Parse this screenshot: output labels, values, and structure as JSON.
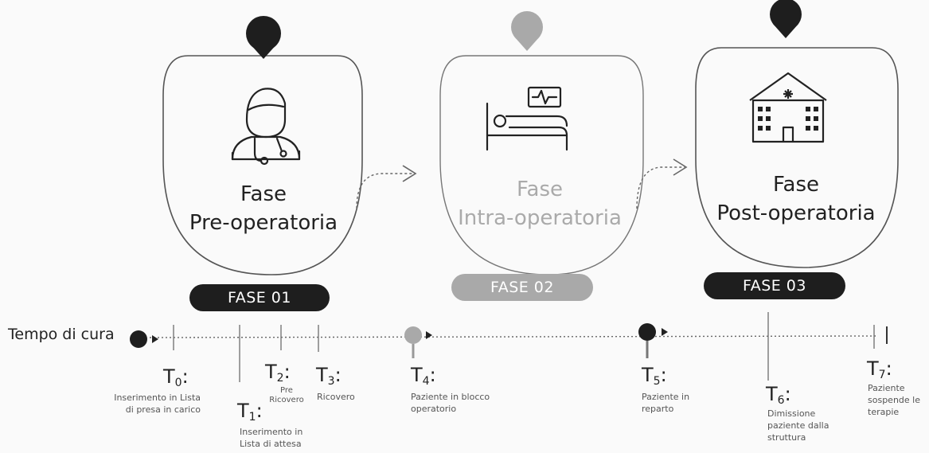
{
  "colors": {
    "dark": "#1e1e1e",
    "muted": "#a9a9a9",
    "line": "#555555",
    "bg": "#fafafa"
  },
  "phases": [
    {
      "icon": "doctor-icon",
      "title_line1": "Fase",
      "title_line2": "Pre-operatoria",
      "badge": "FASE 01",
      "state": "dark"
    },
    {
      "icon": "hospital-bed-icon",
      "title_line1": "Fase",
      "title_line2": "Intra-operatoria",
      "badge": "FASE 02",
      "state": "muted"
    },
    {
      "icon": "hospital-building-icon",
      "title_line1": "Fase",
      "title_line2": "Post-operatoria",
      "badge": "FASE 03",
      "state": "dark"
    }
  ],
  "timeline": {
    "label": "Tempo di cura",
    "milestones": [
      {
        "letter": "T",
        "index": "0",
        "suffix": ":",
        "desc": [
          "Inserimento in Lista",
          "di presa in carico"
        ]
      },
      {
        "letter": "T",
        "index": "1",
        "suffix": ":",
        "desc": [
          "Inserimento in",
          "Lista di attesa"
        ]
      },
      {
        "letter": "T",
        "index": "2",
        "suffix": ":",
        "desc": [
          "Pre",
          "Ricovero"
        ]
      },
      {
        "letter": "T",
        "index": "3",
        "suffix": ":",
        "desc": [
          "Ricovero"
        ]
      },
      {
        "letter": "T",
        "index": "4",
        "suffix": ":",
        "desc": [
          "Paziente in blocco",
          "operatorio"
        ]
      },
      {
        "letter": "T",
        "index": "5",
        "suffix": ":",
        "desc": [
          "Paziente in",
          "reparto"
        ]
      },
      {
        "letter": "T",
        "index": "6",
        "suffix": ":",
        "desc": [
          "Dimissione",
          "paziente dalla",
          "struttura"
        ]
      },
      {
        "letter": "T",
        "index": "7",
        "suffix": ":",
        "desc": [
          "Paziente",
          "sospende le",
          "terapie"
        ]
      }
    ]
  }
}
